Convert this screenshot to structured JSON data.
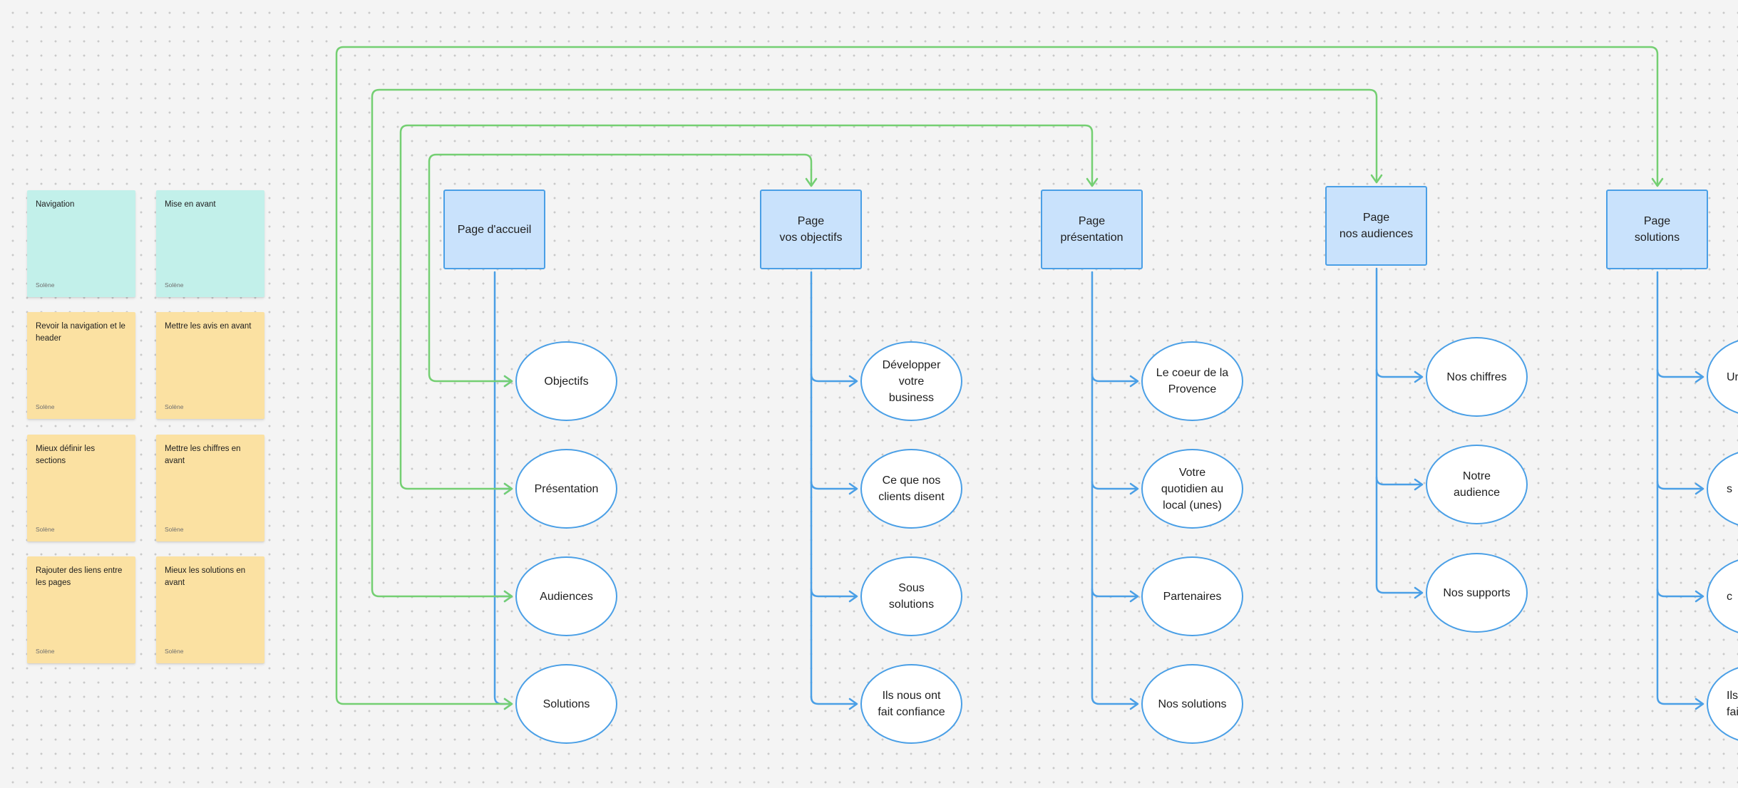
{
  "colors": {
    "blue": "#4a9fe6",
    "green": "#74cf72",
    "page_fill": "#c9e2fc",
    "teal_note": "#c2f0ea",
    "yellow_note": "#fbe1a2"
  },
  "stickies": [
    {
      "text": "Navigation",
      "author": "Solène",
      "color": "teal"
    },
    {
      "text": "Mise en avant",
      "author": "Solène",
      "color": "teal"
    },
    {
      "text": "Revoir la navigation et le header",
      "author": "Solène",
      "color": "yellow"
    },
    {
      "text": "Mettre les avis en avant",
      "author": "Solène",
      "color": "yellow"
    },
    {
      "text": "Mieux définir les sections",
      "author": "Solène",
      "color": "yellow"
    },
    {
      "text": "Mettre les chiffres en avant",
      "author": "Solène",
      "color": "yellow"
    },
    {
      "text": "Rajouter des liens entre les pages",
      "author": "Solène",
      "color": "yellow"
    },
    {
      "text": "Mieux les solutions en avant",
      "author": "Solène",
      "color": "yellow"
    }
  ],
  "pages": [
    {
      "title": "Page d'accueil",
      "sections": [
        "Objectifs",
        "Présentation",
        "Audiences",
        "Solutions"
      ]
    },
    {
      "title": "Page\nvos objectifs",
      "sections": [
        "Développer\nvotre\nbusiness",
        "Ce que nos\nclients disent",
        "Sous\nsolutions",
        "Ils nous ont\nfait confiance"
      ]
    },
    {
      "title": "Page\nprésentation",
      "sections": [
        "Le coeur de la\nProvence",
        "Votre\nquotidien au\nlocal (unes)",
        "Partenaires",
        "Nos solutions"
      ]
    },
    {
      "title": "Page\nnos audiences",
      "sections": [
        "Nos chiffres",
        "Notre\naudience",
        "Nos supports"
      ]
    },
    {
      "title": "Page\nsolutions",
      "sections": [
        "Ur",
        "s",
        "c",
        "Ils\nfait"
      ]
    }
  ]
}
